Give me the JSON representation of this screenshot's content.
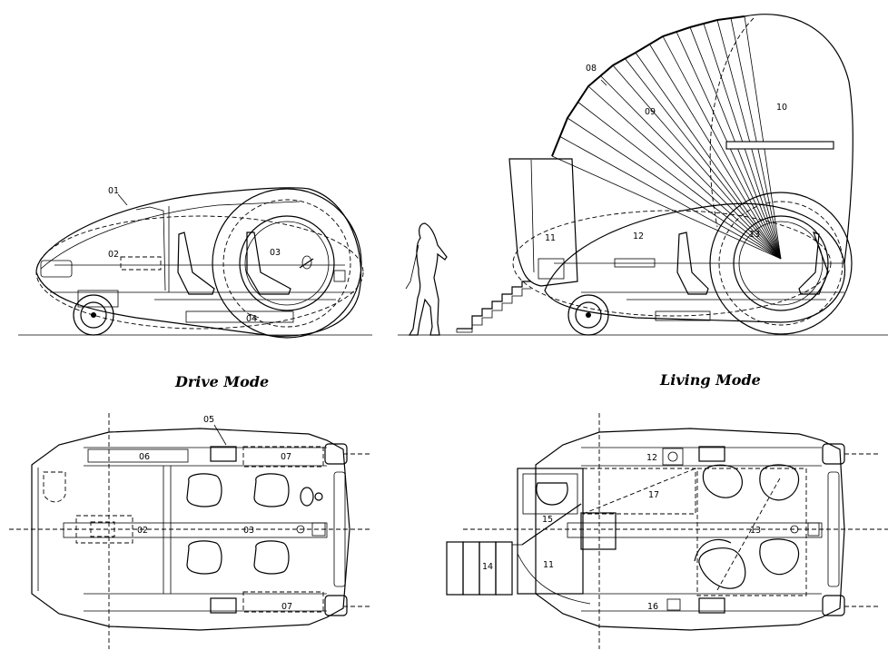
{
  "captions": {
    "drive": "Drive Mode",
    "living": "Living Mode"
  },
  "labels": {
    "side_drive": [
      "01",
      "02",
      "03",
      "04"
    ],
    "side_living": [
      "08",
      "09",
      "10",
      "11",
      "12",
      "13"
    ],
    "plan_drive": [
      "05",
      "06",
      "07",
      "02",
      "03",
      "07"
    ],
    "plan_living": [
      "12",
      "17",
      "15",
      "13",
      "14",
      "11",
      "16"
    ]
  },
  "icons": [
    "human-figure-icon",
    "steering-wheel-icon",
    "wheel-icon",
    "seat-icon"
  ]
}
